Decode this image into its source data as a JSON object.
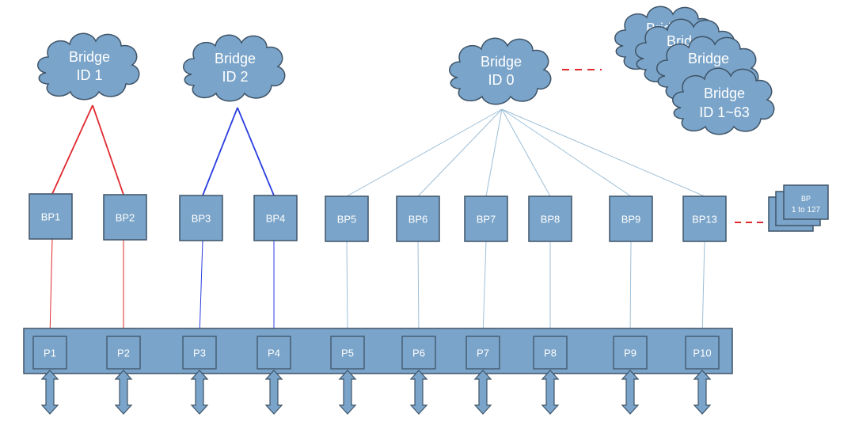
{
  "colors": {
    "shape_fill": "#7aa4c9",
    "shape_stroke": "#3f5468",
    "red_link": "#e0282e",
    "blue_link": "#2b3ee0",
    "light_link": "#9dbfd8",
    "dash": "#e0282e"
  },
  "bridges": [
    {
      "id": "bridge-1",
      "line1": "Bridge",
      "line2": "ID 1",
      "link_color": "red"
    },
    {
      "id": "bridge-2",
      "line1": "Bridge",
      "line2": "ID 2",
      "link_color": "blue"
    },
    {
      "id": "bridge-0",
      "line1": "Bridge",
      "line2": "ID 0",
      "link_color": "light"
    }
  ],
  "bridge_stack": {
    "labels": [
      "Bridge",
      "Bridge",
      "Bridge"
    ],
    "front_line1": "Bridge",
    "front_line2": "ID 1~63"
  },
  "bridge_ports": [
    {
      "label": "BP1",
      "bridge": "bridge-1"
    },
    {
      "label": "BP2",
      "bridge": "bridge-1"
    },
    {
      "label": "BP3",
      "bridge": "bridge-2"
    },
    {
      "label": "BP4",
      "bridge": "bridge-2"
    },
    {
      "label": "BP5",
      "bridge": "bridge-0"
    },
    {
      "label": "BP6",
      "bridge": "bridge-0"
    },
    {
      "label": "BP7",
      "bridge": "bridge-0"
    },
    {
      "label": "BP8",
      "bridge": "bridge-0"
    },
    {
      "label": "BP9",
      "bridge": "bridge-0"
    },
    {
      "label": "BP13",
      "bridge": "bridge-0"
    }
  ],
  "bp_stack": {
    "line1": "BP",
    "line2": "1 to 127"
  },
  "ports": [
    "P1",
    "P2",
    "P3",
    "P4",
    "P5",
    "P6",
    "P7",
    "P8",
    "P9",
    "P10"
  ]
}
